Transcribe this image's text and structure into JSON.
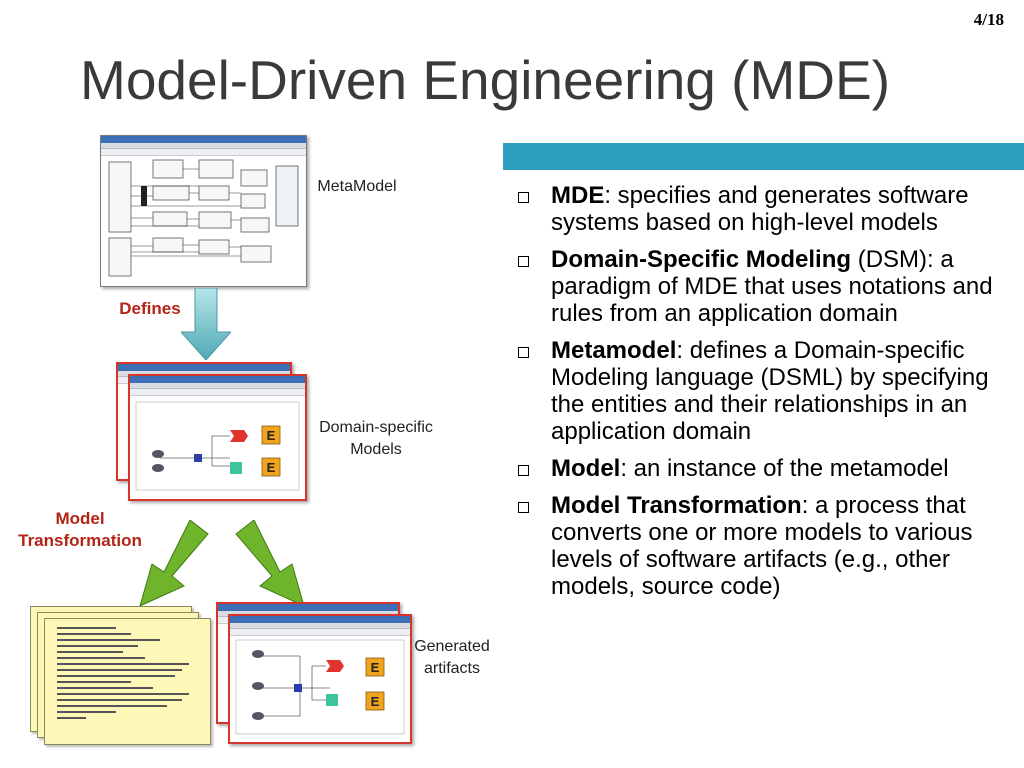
{
  "slide": {
    "page_number": "4/18",
    "title": "Model-Driven Engineering (MDE)"
  },
  "colors": {
    "accent_bar": "#2f9fbf",
    "title_text": "#3a3a3a",
    "step_labels": "#b32416",
    "down_arrow": "#7ecbd0",
    "transform_arrows": "#6fb52c"
  },
  "diagram": {
    "metamodel_label": "MetaModel",
    "defines_label": "Defines",
    "dsm_label": "Domain-specific\nModels",
    "transformation_label": "Model\nTransformation",
    "generated_label": "Generated\nartifacts"
  },
  "bullets": [
    {
      "term": "MDE",
      "text": ": specifies and generates software systems based on high-level models"
    },
    {
      "term": "Domain-Specific Modeling",
      "text": " (DSM): a paradigm of MDE that uses notations and rules from an application domain"
    },
    {
      "term": "Metamodel",
      "text": ": defines a Domain-specific Modeling language (DSML) by specifying the entities and their relationships in an application domain"
    },
    {
      "term": "Model",
      "text": ": an instance of the metamodel"
    },
    {
      "term": "Model Transformation",
      "text": ": a process that converts one or more models to various levels of software artifacts (e.g., other models, source code)"
    }
  ]
}
